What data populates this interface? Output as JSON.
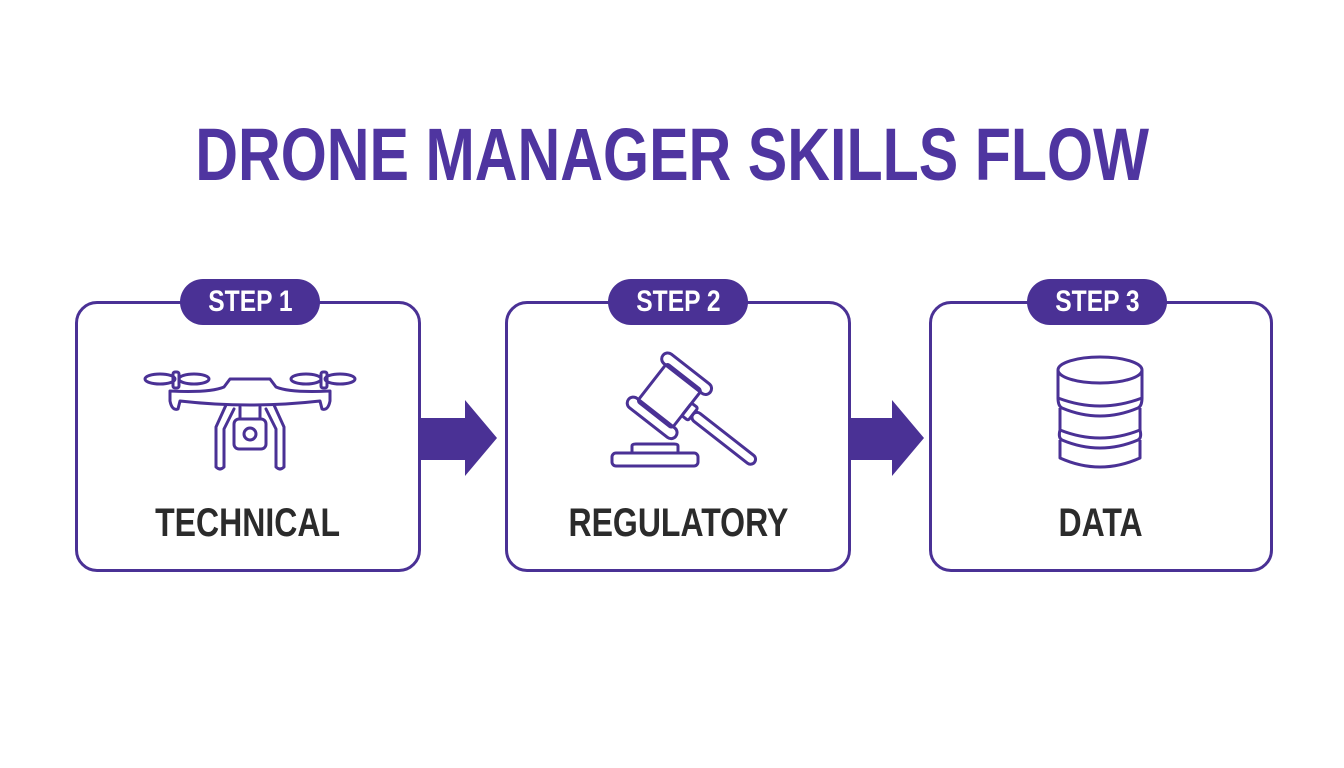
{
  "title": "DRONE MANAGER SKILLS FLOW",
  "colors": {
    "accent": "#4a3195",
    "title": "#4f35a0",
    "label": "#2b2b2b",
    "background": "#ffffff"
  },
  "steps": [
    {
      "badge": "STEP 1",
      "label": "TECHNICAL",
      "icon": "drone-icon"
    },
    {
      "badge": "STEP 2",
      "label": "REGULATORY",
      "icon": "gavel-icon"
    },
    {
      "badge": "STEP 3",
      "label": "DATA",
      "icon": "database-icon"
    }
  ],
  "connectors": [
    {
      "from": "STEP 1",
      "to": "STEP 2",
      "icon": "arrow-right-icon"
    },
    {
      "from": "STEP 2",
      "to": "STEP 3",
      "icon": "arrow-right-icon"
    }
  ]
}
